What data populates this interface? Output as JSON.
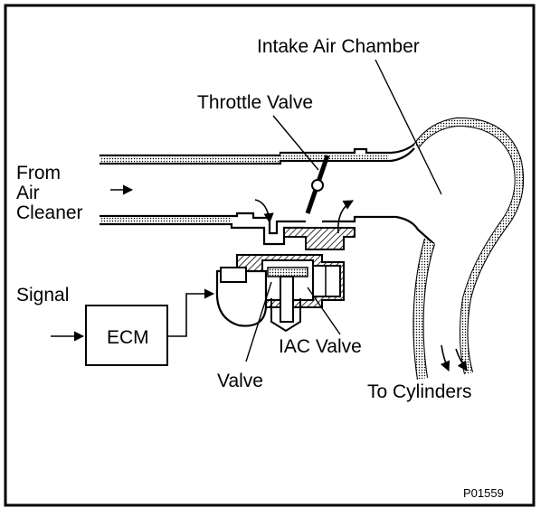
{
  "diagram": {
    "labels": {
      "intake_air_chamber": "Intake Air Chamber",
      "throttle_valve": "Throttle Valve",
      "from_air_cleaner_line1": "From",
      "from_air_cleaner_line2": "Air",
      "from_air_cleaner_line3": "Cleaner",
      "signal": "Signal",
      "ecm": "ECM",
      "iac_valve": "IAC Valve",
      "valve": "Valve",
      "to_cylinders": "To Cylinders",
      "figure_code": "P01559"
    },
    "colors": {
      "ink": "#000000",
      "paper": "#ffffff"
    }
  }
}
